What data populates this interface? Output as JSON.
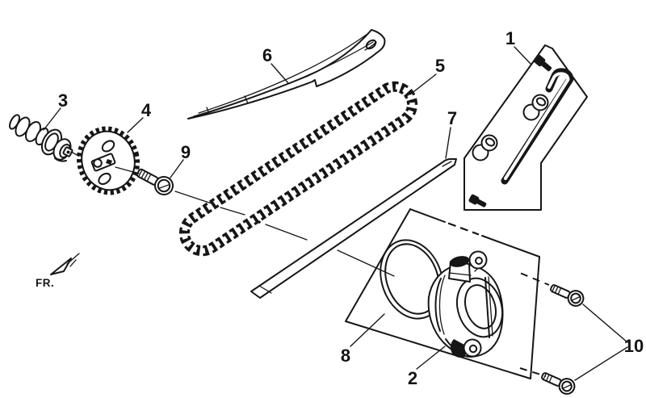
{
  "figure": {
    "background": "#ffffff",
    "ink": "#161616",
    "fr_label": "FR.",
    "callouts": [
      {
        "number": "1"
      },
      {
        "number": "2"
      },
      {
        "number": "3"
      },
      {
        "number": "4"
      },
      {
        "number": "5"
      },
      {
        "number": "6"
      },
      {
        "number": "7"
      },
      {
        "number": "8"
      },
      {
        "number": "9"
      },
      {
        "number": "10"
      }
    ]
  }
}
